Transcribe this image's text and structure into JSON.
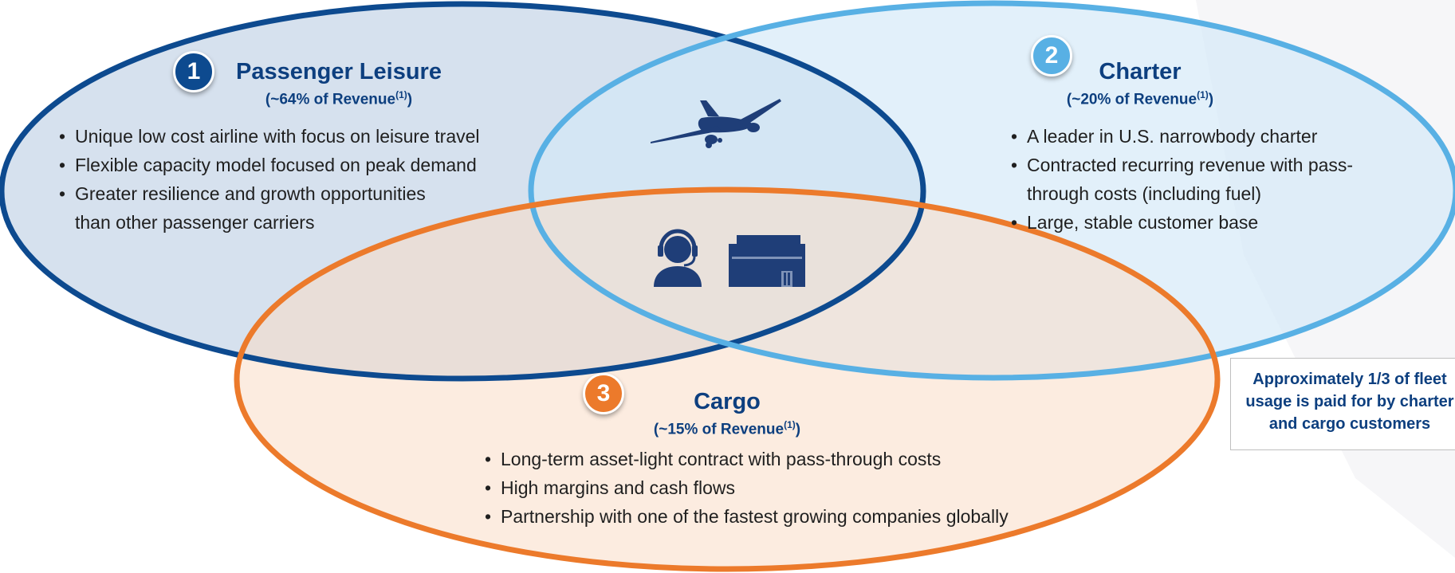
{
  "passenger": {
    "number": "1",
    "title": "Passenger Leisure",
    "revenue_prefix": "(~64% of Revenue",
    "footnote": "(1)",
    "revenue_suffix": ")",
    "bullets": [
      "Unique low cost airline with focus on leisure travel",
      "Flexible capacity model focused on peak demand",
      "Greater resilience and growth opportunities than other passenger carriers"
    ]
  },
  "charter": {
    "number": "2",
    "title": "Charter",
    "revenue_prefix": "(~20% of Revenue",
    "footnote": "(1)",
    "revenue_suffix": ")",
    "bullets": [
      "A leader in U.S. narrowbody charter",
      "Contracted recurring revenue with pass-through costs (including fuel)",
      "Large, stable customer base"
    ]
  },
  "cargo": {
    "number": "3",
    "title": "Cargo",
    "revenue_prefix": "(~15% of Revenue",
    "footnote": "(1)",
    "revenue_suffix": ")",
    "bullets": [
      "Long-term asset-light contract with pass-through costs",
      "High margins and cash flows",
      "Partnership with one of the fastest growing companies globally"
    ]
  },
  "callout": {
    "lines": [
      "Approximately 1/3 of fleet",
      "usage is paid for by charter",
      "and cargo customers"
    ]
  },
  "icons": [
    "airplane-icon",
    "headset-agent-icon",
    "shipping-container-icon"
  ],
  "colors": {
    "passenger": "#0d4a8f",
    "charter": "#58b0e4",
    "cargo": "#ec7a2b",
    "title": "#0d3f7f",
    "icon": "#1f3e78"
  }
}
